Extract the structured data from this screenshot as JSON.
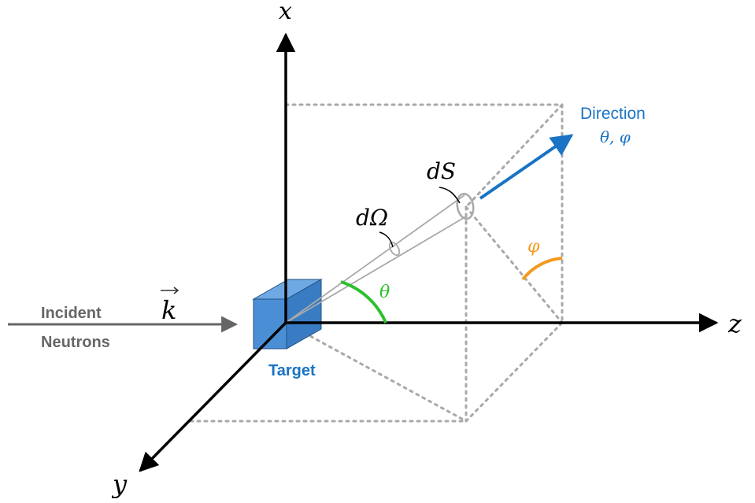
{
  "axes": {
    "x_label": "x",
    "y_label": "y",
    "z_label": "z"
  },
  "incident": {
    "line1": "Incident",
    "line2": "Neutrons",
    "wavevector": "k"
  },
  "target": {
    "label": "Target"
  },
  "direction": {
    "title": "Direction",
    "angles": "θ, φ"
  },
  "symbols": {
    "dS": "dS",
    "dOmega": "dΩ",
    "theta": "θ",
    "phi": "φ"
  },
  "colors": {
    "target_blue": "#4a8fd6",
    "direction_blue": "#1a73c4",
    "theta_green": "#2ec02e",
    "phi_orange": "#f39a1f",
    "incident_gray": "#666666",
    "guide_gray": "#a9a9a9"
  }
}
